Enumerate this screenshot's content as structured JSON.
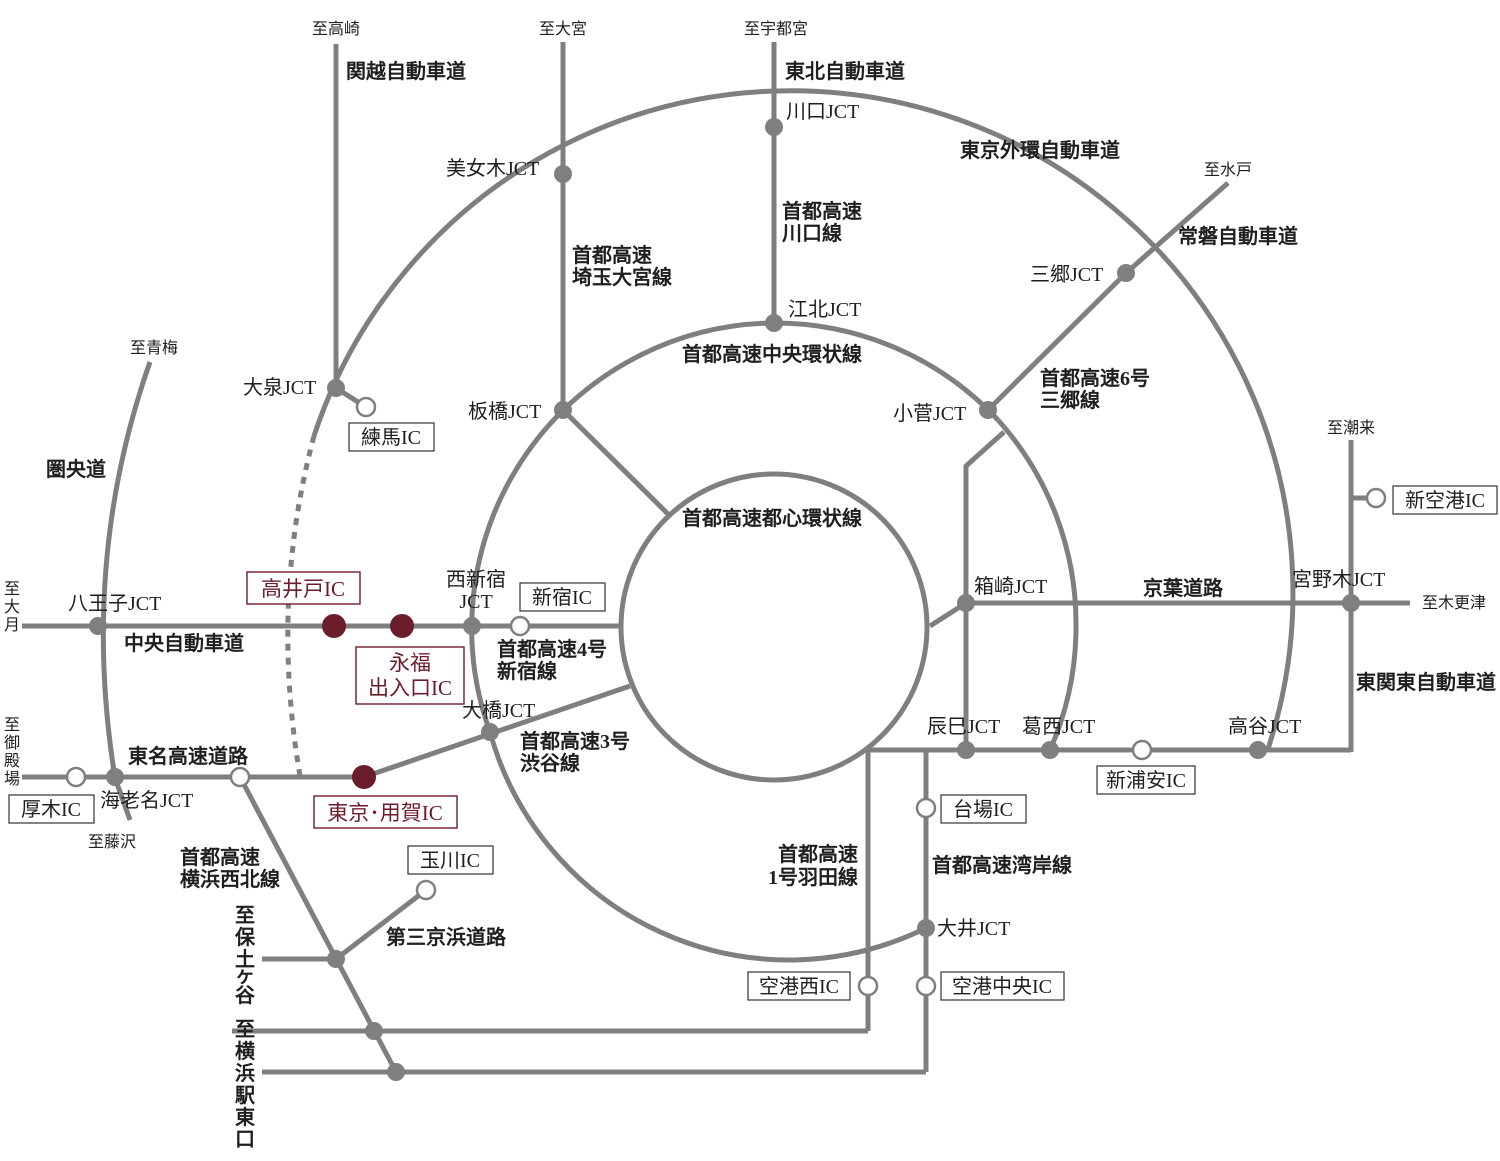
{
  "roads": {
    "kan_etsu": "関越自動車道",
    "tohoku": "東北自動車道",
    "gaikan": "東京外環自動車道",
    "joban": "常磐自動車道",
    "saitama_omiya": [
      "首都高速",
      "埼玉大宮線"
    ],
    "kawaguchi": [
      "首都高速",
      "川口線"
    ],
    "central_loop": "首都高速中央環状線",
    "misato": [
      "首都高速6号",
      "三郷線"
    ],
    "inner_loop": "首都高速都心環状線",
    "ken_o": "圏央道",
    "chuo": "中央自動車道",
    "shinjuku": [
      "首都高速4号",
      "新宿線"
    ],
    "shibuya": [
      "首都高速3号",
      "渋谷線"
    ],
    "tomei": "東名高速道路",
    "keiyo": "京葉道路",
    "higashi_kanto": "東関東自動車道",
    "yokohama_seihoku": [
      "首都高速",
      "横浜西北線"
    ],
    "daisan_keihin": "第三京浜道路",
    "haneda": [
      "首都高速",
      "1号羽田線"
    ],
    "wangan": "首都高速湾岸線"
  },
  "destinations": {
    "takasaki": "至高崎",
    "omiya": "至大宮",
    "utsunomiya": "至宇都宮",
    "mito": "至水戸",
    "ome": "至青梅",
    "itako": "至潮来",
    "otsuki": [
      "至",
      "大",
      "月"
    ],
    "kisarazu": "至木更津",
    "gotemba": [
      "至",
      "御",
      "殿",
      "場"
    ],
    "fujisawa": "至藤沢",
    "hodogaya": [
      "至",
      "保",
      "土",
      "ヶ",
      "谷"
    ],
    "yokohama_east": [
      "至",
      "横",
      "浜",
      "駅",
      "東",
      "口"
    ]
  },
  "junctions": {
    "kawaguchi": "川口JCT",
    "bijogi": "美女木JCT",
    "misato": "三郷JCT",
    "kohoku": "江北JCT",
    "oizumi": "大泉JCT",
    "itabashi": "板橋JCT",
    "kosuge": "小菅JCT",
    "hachioji": "八王子JCT",
    "nishishinjuku": [
      "西新宿",
      "JCT"
    ],
    "hakozaki": "箱崎JCT",
    "miyanogi": "宮野木JCT",
    "ohashi": "大橋JCT",
    "tatsumi": "辰巳JCT",
    "kasai": "葛西JCT",
    "koya": "高谷JCT",
    "ebina": "海老名JCT",
    "oi": "大井JCT"
  },
  "interchanges": {
    "nerima": "練馬IC",
    "shinkuko": "新空港IC",
    "shinjuku": "新宿IC",
    "shin_urayasu": "新浦安IC",
    "atsugi": "厚木IC",
    "daiba": "台場IC",
    "tamagawa": "玉川IC",
    "kuko_nishi": "空港西IC",
    "kuko_chuo": "空港中央IC"
  },
  "highlighted": {
    "takaido": "高井戸IC",
    "eifuku": [
      "永福",
      "出入口IC"
    ],
    "tokyo_yoga": "東京･用賀IC",
    "color": "#6b1d2c"
  },
  "colors": {
    "road": "#7f7f7e",
    "text": "#1f1f1f"
  }
}
